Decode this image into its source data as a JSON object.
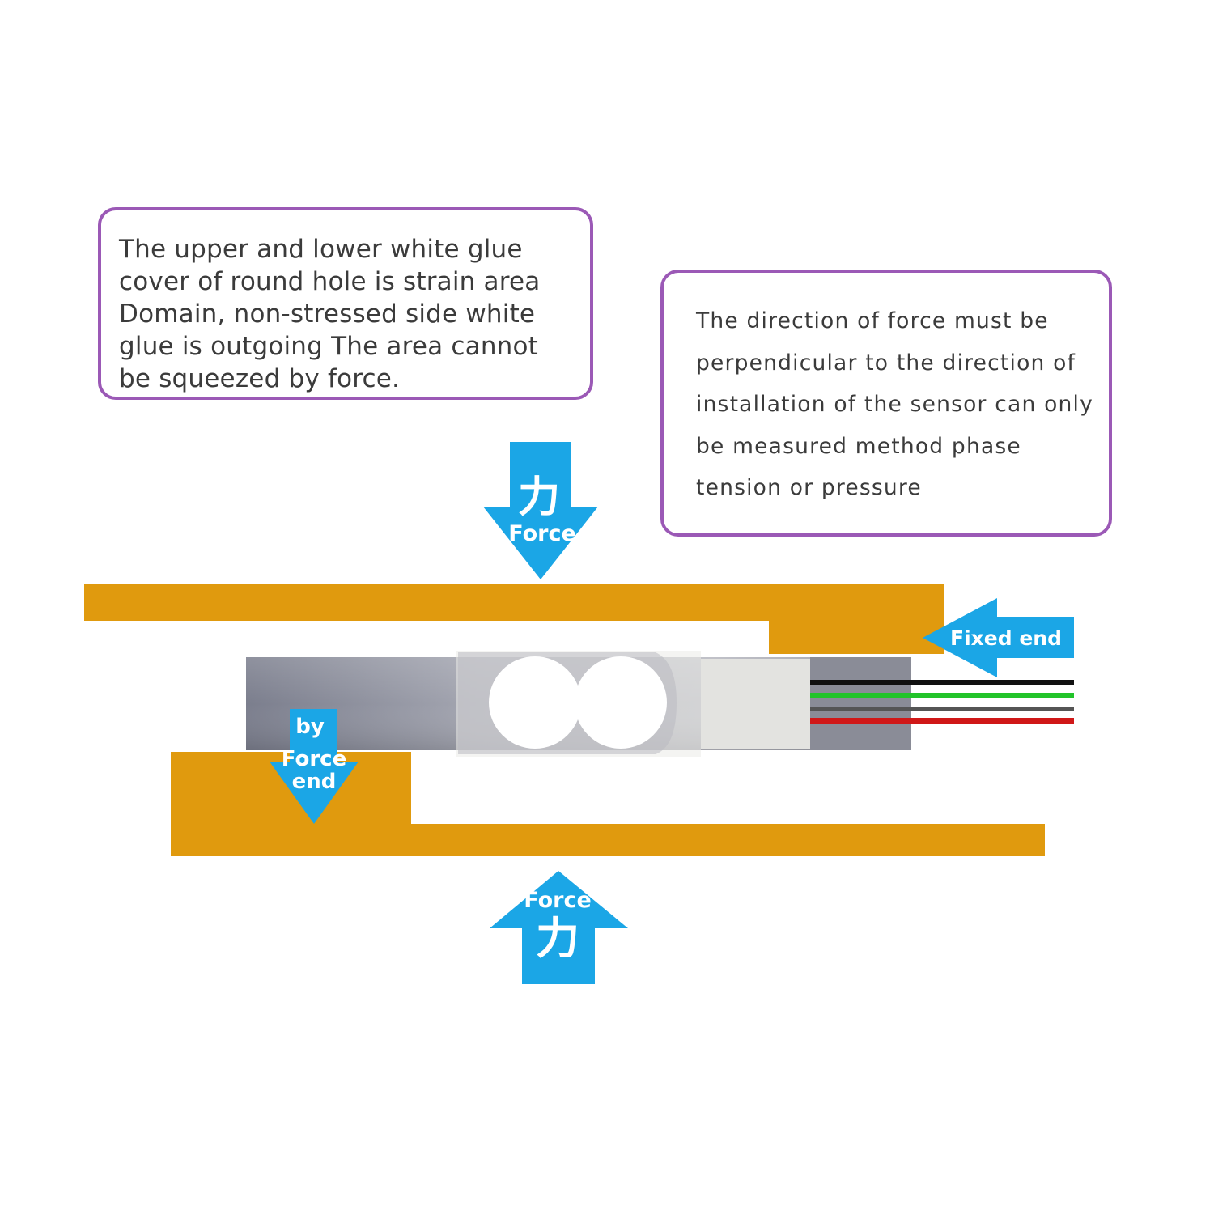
{
  "callouts": {
    "left": {
      "lines": [
        "The upper and lower white glue",
        "cover of round hole is strain area",
        "Domain, non-stressed side white",
        "glue is outgoing  The area cannot",
        "be squeezed by force."
      ]
    },
    "right": {
      "lines": [
        "The direction of force must be",
        "perpendicular to the direction of",
        "installation of the sensor can only",
        "be measured method phase",
        "tension or pressure"
      ]
    }
  },
  "arrows": {
    "top_force": {
      "glyph": "力",
      "label": "Force"
    },
    "bottom_force": {
      "glyph": "力",
      "label": "Force"
    },
    "fixed_end": {
      "label": "Fixed end"
    },
    "by_force_end": {
      "line1": "by",
      "line2": "Force",
      "line3": "end"
    }
  },
  "colors": {
    "frame": "#e09a0e",
    "arrow": "#1ba6e6",
    "callout_border": "#9b59b6",
    "wires": [
      "#111111",
      "#22c42a",
      "#555555",
      "#d01818"
    ]
  }
}
